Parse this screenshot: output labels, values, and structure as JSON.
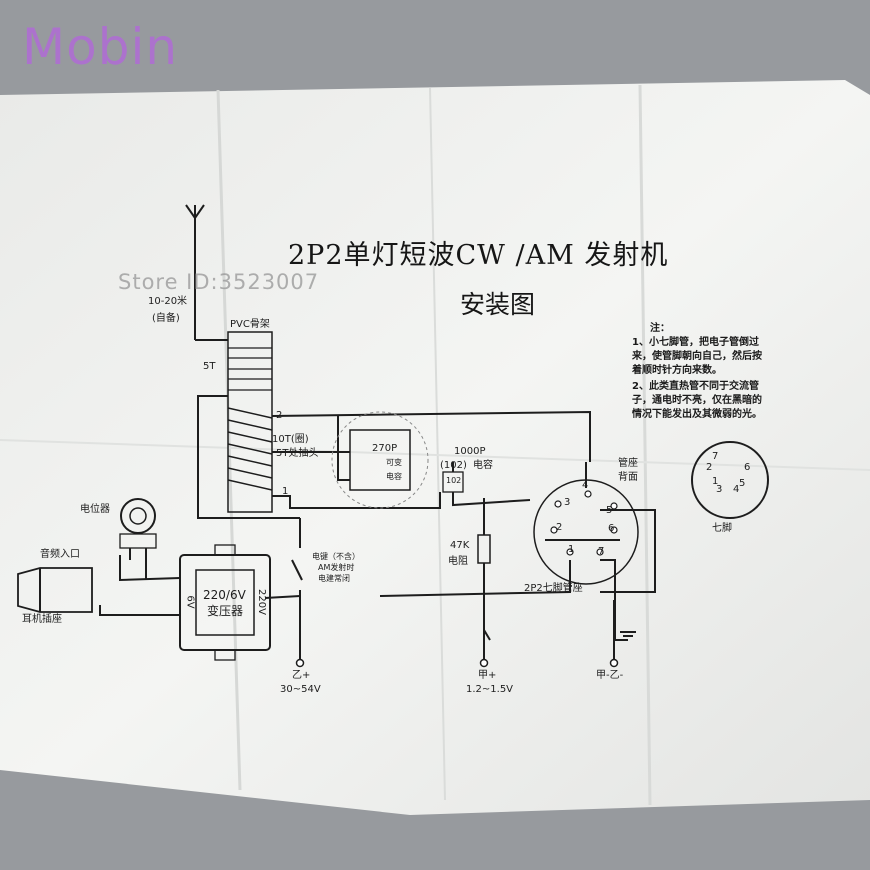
{
  "watermark": "Mobin",
  "store_id": "Store ID:3523007",
  "title": "2P2单灯短波CW /AM 发射机",
  "subtitle": "安装图",
  "antenna": {
    "length": "10-20米",
    "note": "(自备)"
  },
  "coil": {
    "label": "PVC骨架",
    "turns_top": "5T",
    "tap_turns": "10T(圈)",
    "tap_label": "5T处抽头",
    "pin2": "2",
    "pin1": "1"
  },
  "variable_cap": {
    "value": "270P",
    "line2": "可变",
    "line3": "电容"
  },
  "cap": {
    "value": "1000P",
    "code": "(102)",
    "unit": "电容",
    "marking": "102"
  },
  "resistor": {
    "value": "47K",
    "unit": "电阻"
  },
  "socket": {
    "label1": "管座",
    "label2": "背面",
    "name": "2P2七脚管座",
    "pins": [
      "1",
      "2",
      "3",
      "4",
      "5",
      "6",
      "7"
    ]
  },
  "pinout": {
    "pins": [
      "1",
      "2",
      "3",
      "4",
      "5",
      "6",
      "7"
    ],
    "label": "七脚"
  },
  "pot_label": "电位器",
  "audio_label": "音频入口",
  "jack_label": "耳机插座",
  "transformer": {
    "ratio": "220/6V",
    "name": "变压器",
    "left": "6V",
    "right": "220V"
  },
  "key": {
    "line1": "电键（不含）",
    "line2": "AM发射时",
    "line3": "电建常闭"
  },
  "terminals": {
    "b_plus": "乙+",
    "b_voltage": "30~54V",
    "a_plus": "甲+",
    "a_voltage": "1.2~1.5V",
    "a_b_minus": "甲-乙-"
  },
  "notes": {
    "head": "注：",
    "l1": "1、小七脚管，把电子管倒过",
    "l2": "来，使管脚朝向自己，然后按",
    "l3": "着顺时针方向来数。",
    "l4": "2、此类直热管不同于交流管",
    "l5": "子，通电时不亮，仅在黑暗的",
    "l6": "情况下能发出及其微弱的光。"
  },
  "colors": {
    "paper": "#f1f2f0",
    "ink": "#222222",
    "watermark": "#b06cd6",
    "background": "#8e9296"
  }
}
